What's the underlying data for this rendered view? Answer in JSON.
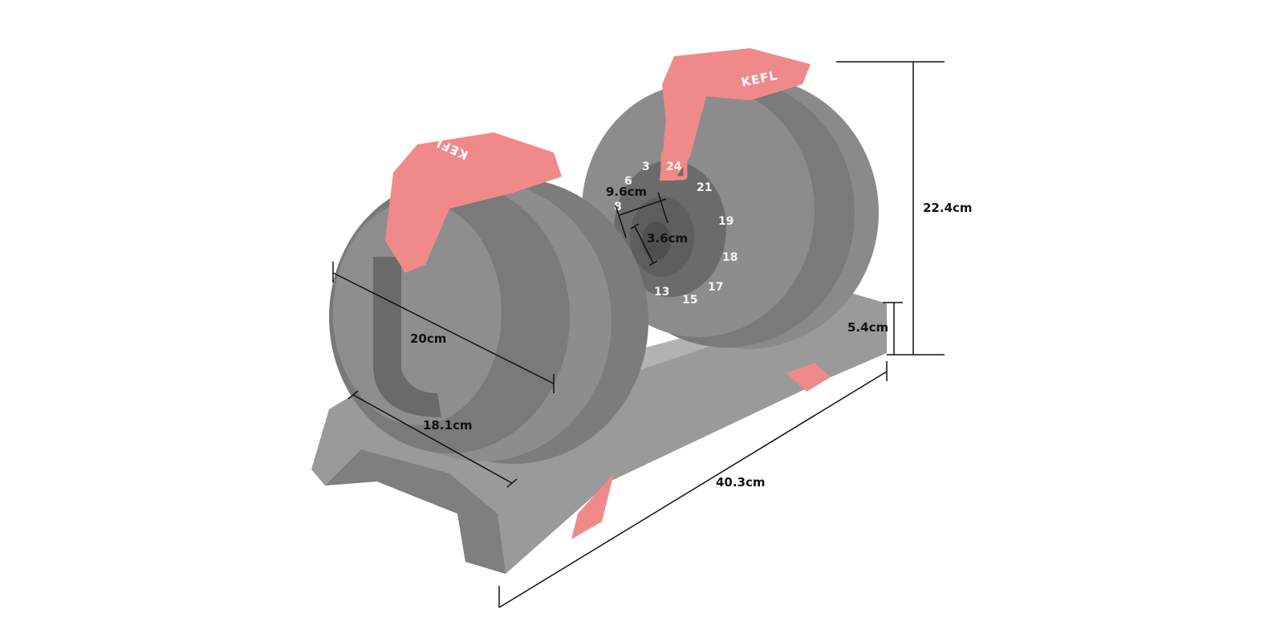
{
  "product": {
    "brand": "KEFL",
    "colors": {
      "body": "#8f8f8f",
      "body_dark": "#6f6f6f",
      "body_light": "#a9a9a9",
      "accent": "#f08a8a",
      "line": "#111111",
      "background": "#ffffff"
    }
  },
  "dial": {
    "numbers": [
      "3",
      "6",
      "8",
      "21",
      "19",
      "18",
      "17",
      "15",
      "13"
    ],
    "selected": "24"
  },
  "dimensions": {
    "height_total": "22.4cm",
    "base_height": "5.4cm",
    "length": "40.3cm",
    "plate_diameter": "20cm",
    "base_width": "18.1cm",
    "dial_diameter": "9.6cm",
    "handle_diameter": "3.6cm"
  }
}
